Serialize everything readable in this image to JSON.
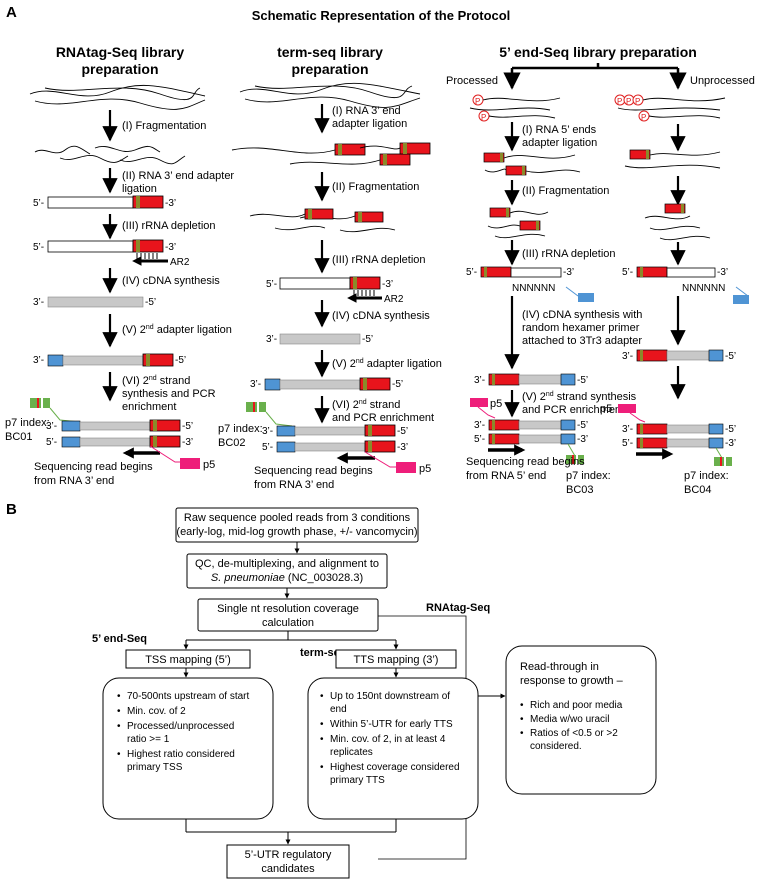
{
  "panel_a": {
    "letter": "A",
    "title": "Schematic Representation of the Protocol",
    "rnatag": {
      "title_line1": "RNAtag-Seq library",
      "title_line2": "preparation",
      "step1": "(I) Fragmentation",
      "step2_line1": "(II) RNA 3’ end adapter",
      "step2_line2": "ligation",
      "step3": "(III) rRNA depletion",
      "step4": "(IV) cDNA synthesis",
      "step5_pre": "(V) 2",
      "step5_sup": "nd",
      "step5_post": " adapter ligation",
      "step6_line1_pre": "(VI) 2",
      "step6_line1_sup": "nd",
      "step6_line1_post": " strand",
      "step6_line2": "synthesis and PCR",
      "step6_line3": "enrichment",
      "p7_label": "p7 index:",
      "p7_code": "BC01",
      "read_line1": "Sequencing read begins",
      "read_line2": "from RNA 3’ end",
      "ar2": "AR2",
      "p5": "p5"
    },
    "termseq": {
      "title_line1": "term-seq library",
      "title_line2": "preparation",
      "step1_line1": "(I) RNA 3’ end",
      "step1_line2": "adapter ligation",
      "step2": "(II) Fragmentation",
      "step3": "(III) rRNA depletion",
      "step4": "(IV) cDNA synthesis",
      "step5_pre": "(V) 2",
      "step5_sup": "nd",
      "step5_post": " adapter ligation",
      "step6_line1_pre": "(VI) 2",
      "step6_line1_sup": "nd",
      "step6_line1_post": " strand",
      "step6_line2": "and PCR enrichment",
      "p7_label": "p7 index:",
      "p7_code": "BC02",
      "read_line1": "Sequencing read begins",
      "read_line2": "from RNA 3’ end",
      "ar2": "AR2",
      "p5": "p5"
    },
    "fiveend": {
      "title": "5’ end-Seq library preparation",
      "processed": "Processed",
      "unprocessed": "Unprocessed",
      "phos": "P",
      "step1_line1": "(I) RNA 5’ ends",
      "step1_line2": "adapter ligation",
      "step2": "(II) Fragmentation",
      "step3": "(III) rRNA depletion",
      "nnn": "NNNNNN",
      "step4_line1": "(IV) cDNA synthesis with",
      "step4_line2": "random hexamer primer",
      "step4_line3": "attached to 3Tr3 adapter",
      "step5_pre": "(V) 2",
      "step5_sup": "nd",
      "step5_post": " strand synthesis",
      "step5_line2": "and PCR enrichment",
      "p5": "p5",
      "read_line1": "Sequencing read begins",
      "read_line2": "from RNA 5’ end",
      "p7_label": "p7 index:",
      "p7_code_a": "BC03",
      "p7_code_b": "BC04"
    },
    "ends": {
      "five": "5’-",
      "three": "-3’",
      "five_r": "-5’",
      "three_l": "3’-"
    }
  },
  "panel_b": {
    "letter": "B",
    "box_raw_line1": "Raw sequence pooled reads from 3 conditions",
    "box_raw_line2": "(early-log, mid-log growth phase, +/- vancomycin)",
    "box_qc_line1": "QC, de-multiplexing, and alignment to",
    "box_qc_line2_italic": "S. pneumoniae",
    "box_qc_line2_rest": " (NC_003028.3)",
    "box_cov_line1": "Single nt resolution coverage",
    "box_cov_line2": "calculation",
    "label_rnatag": "RNAtag-Seq",
    "label_5end": "5’ end-Seq",
    "label_termseq": "term-seq",
    "box_tss": "TSS mapping (5’)",
    "box_tts": "TTS mapping (3’)",
    "tss_criteria": [
      "70-500nts upstream of start",
      "Min. cov. of 2",
      "Processed/unprocessed",
      "ratio >= 1",
      "Highest ratio considered",
      "primary TSS"
    ],
    "tts_criteria": [
      "Up to 150nt downstream of",
      "end",
      "Within 5’-UTR for early TTS",
      "Min. cov. of 2, in at least 4",
      "replicates",
      "Highest coverage considered",
      "primary TTS"
    ],
    "readthrough_title_line1": "Read-through in",
    "readthrough_title_line2": "response to growth –",
    "readthrough_items": [
      "Rich and poor media",
      "Media w/wo uracil",
      "Ratios of <0.5 or >2",
      "considered."
    ],
    "box_utr_line1": "5’-UTR regulatory",
    "box_utr_line2": "candidates"
  },
  "colors": {
    "adapter_red": "#e8141c",
    "barcode_olive": "#8a8a2a",
    "p7_green": "#6ab04c",
    "p5_pink": "#ee1e7a",
    "adapter_blue": "#4f94d4",
    "cdna_gray": "#c8c8c8",
    "phosphate_red": "#e02020"
  }
}
